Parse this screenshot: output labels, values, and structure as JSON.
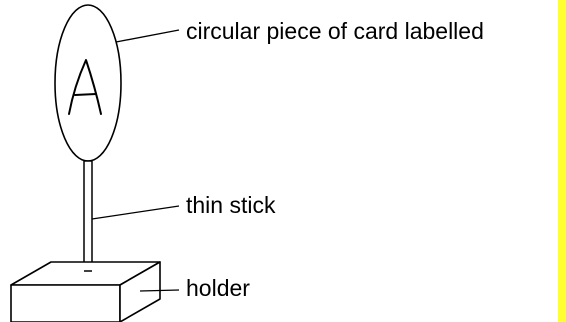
{
  "labels": {
    "card": "circular piece of card labelled",
    "stick": "thin stick",
    "holder": "holder"
  },
  "card_letter": "A",
  "colors": {
    "line": "#000000",
    "background": "#ffffff",
    "margin_bar": "#ffff33"
  }
}
